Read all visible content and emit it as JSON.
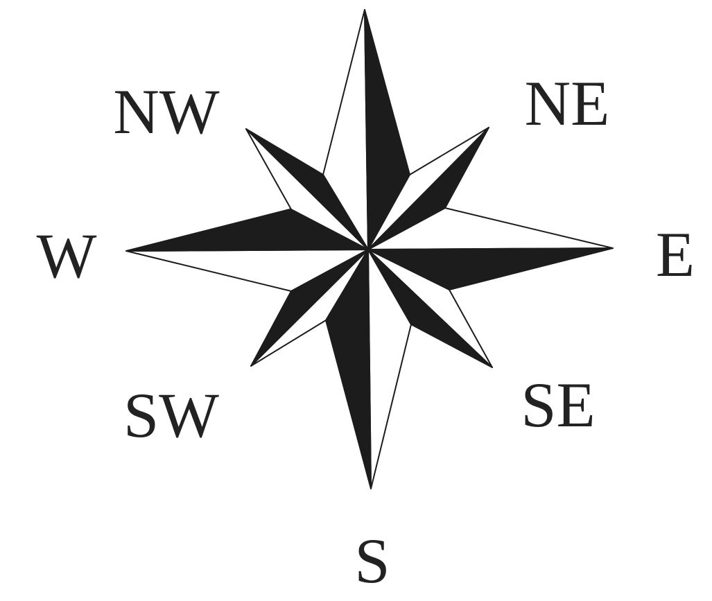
{
  "labels": {
    "north_west": "NW",
    "north_east": "NE",
    "west": "W",
    "east": "E",
    "south_west": "SW",
    "south_east": "SE",
    "south": "S"
  },
  "colors": {
    "dark_fill": "#1c1c1c",
    "light_fill": "#ffffff",
    "outline": "#1c1c1c",
    "label_text": "#222222",
    "background": "#ffffff"
  }
}
